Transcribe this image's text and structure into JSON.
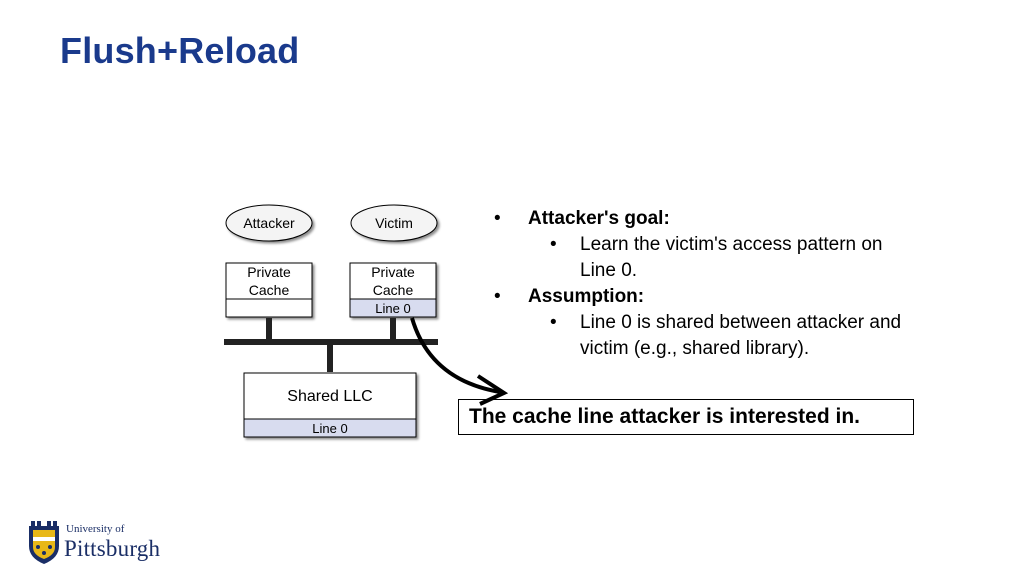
{
  "slide": {
    "title": "Flush+Reload"
  },
  "diagram": {
    "attacker_label": "Attacker",
    "victim_label": "Victim",
    "attacker_cache_line1": "Private",
    "attacker_cache_line2": "Cache",
    "victim_cache_line1": "Private",
    "victim_cache_line2": "Cache",
    "victim_cache_line0": "Line 0",
    "llc_label": "Shared LLC",
    "llc_line0": "Line 0"
  },
  "bullets": {
    "goal_heading": "Attacker's goal:",
    "goal_detail_line1": "Learn the victim's access pattern on",
    "goal_detail_line2": "Line 0.",
    "assumption_heading": "Assumption:",
    "assumption_detail_line1": "Line 0 is shared between attacker and",
    "assumption_detail_line2": "victim (e.g., shared library).",
    "bullet_char": "•"
  },
  "callout": {
    "text": "The cache line attacker is interested in."
  },
  "logo": {
    "line1": "University of",
    "line2": "Pittsburgh"
  },
  "colors": {
    "title": "#1a3a8c",
    "line0_fill": "#d8dcef",
    "logo_blue": "#1a2e66",
    "logo_gold": "#e8b818"
  }
}
